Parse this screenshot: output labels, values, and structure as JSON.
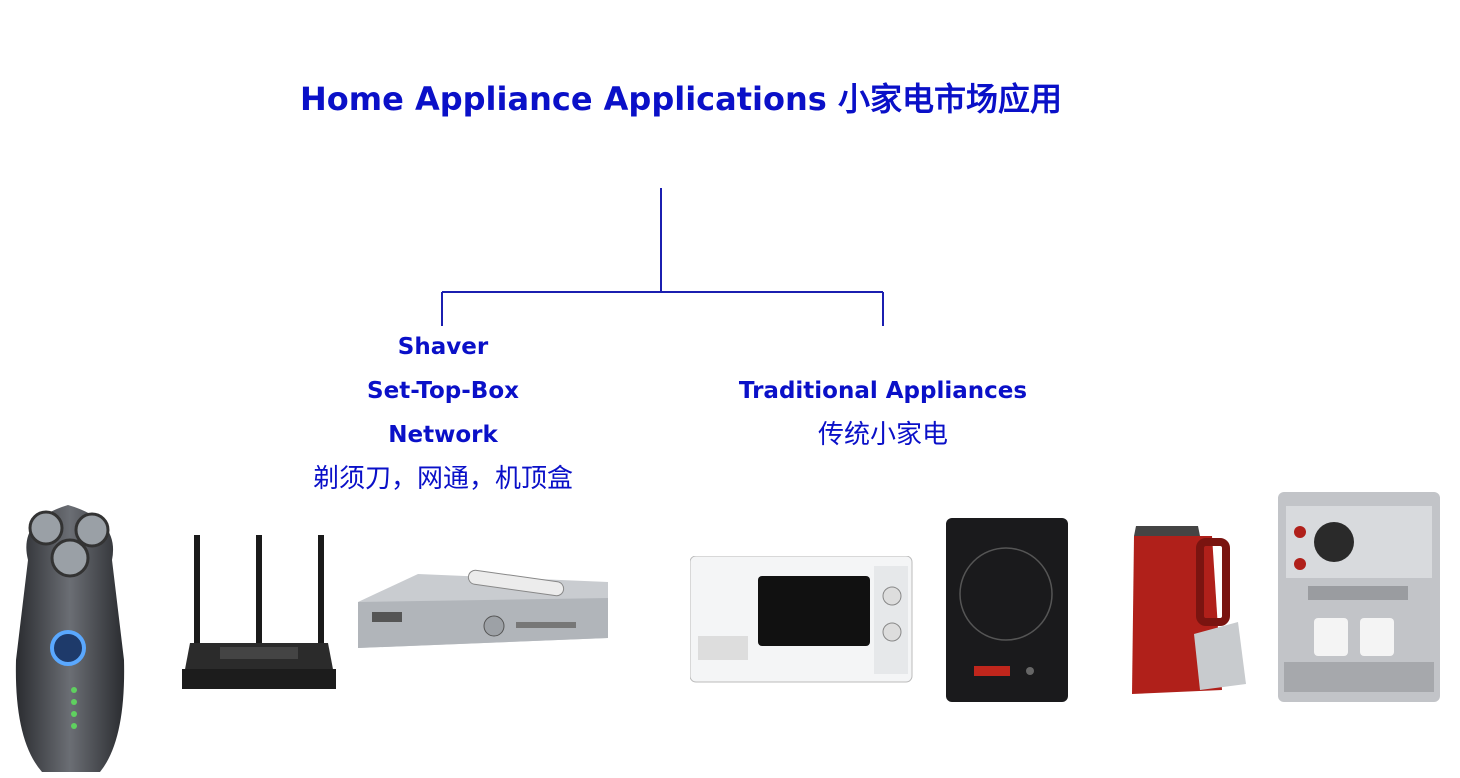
{
  "title": "Home Appliance Applications 小家电市场应用",
  "left_branch": {
    "lines": [
      "Shaver",
      "Set-Top-Box",
      "Network"
    ],
    "cn": "剃须刀，网通，机顶盒"
  },
  "right_branch": {
    "lines": [
      "Traditional Appliances"
    ],
    "cn": "传统小家电"
  },
  "colors": {
    "text": "#0a10c8",
    "lines": "#1b1fb0"
  }
}
